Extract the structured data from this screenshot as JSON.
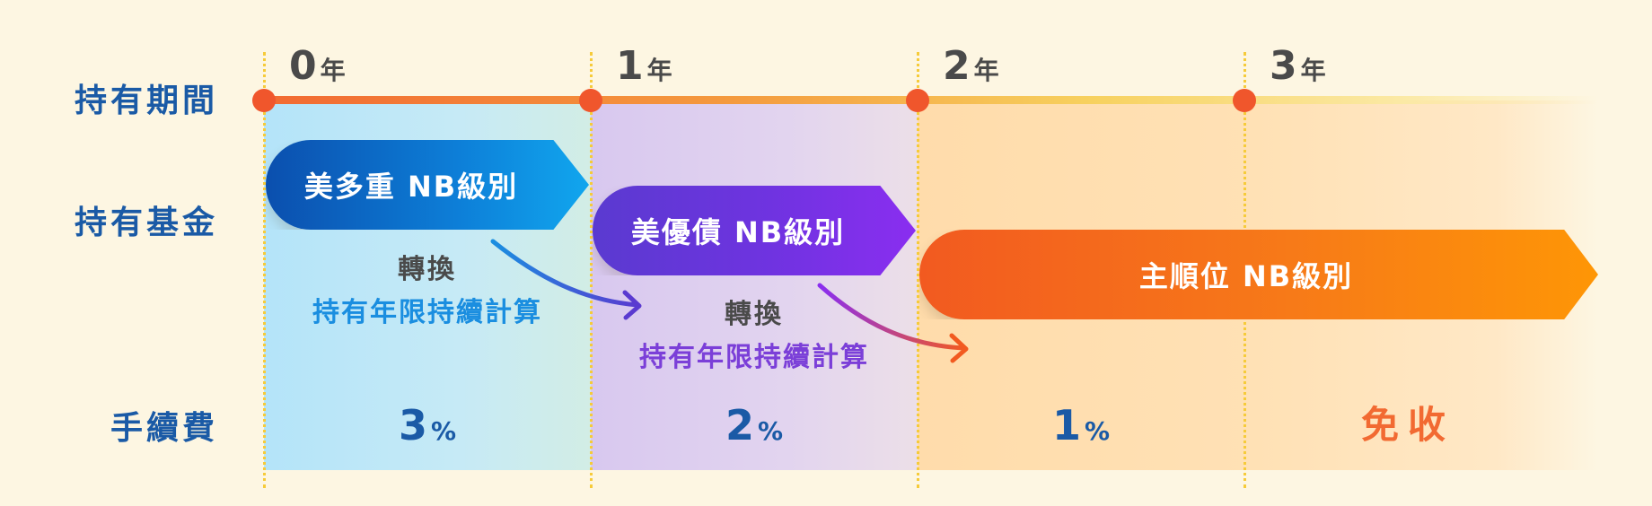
{
  "rows": {
    "period": "持有期間",
    "fund": "持有基金",
    "fee": "手續費"
  },
  "years": [
    {
      "num": "0",
      "unit": "年"
    },
    {
      "num": "1",
      "unit": "年"
    },
    {
      "num": "2",
      "unit": "年"
    },
    {
      "num": "3",
      "unit": "年"
    }
  ],
  "funds": [
    {
      "label": "美多重 NB級別",
      "color": "#0b4fae"
    },
    {
      "label": "美優債 NB級別",
      "color": "#6f33e0"
    },
    {
      "label": "主順位 NB級別",
      "color": "#f77a18"
    }
  ],
  "conversions": [
    {
      "action": "轉換",
      "note": "持有年限持續計算",
      "note_color": "#1a8ee0"
    },
    {
      "action": "轉換",
      "note": "持有年限持續計算",
      "note_color": "#7b3fd8"
    }
  ],
  "fees": [
    {
      "num": "3",
      "unit": "%"
    },
    {
      "num": "2",
      "unit": "%"
    },
    {
      "num": "1",
      "unit": "%"
    },
    {
      "text": "免收"
    }
  ],
  "colors": {
    "label_blue": "#1a5aa6",
    "timeline_orange": "#f0562c",
    "free_orange": "#f26a32",
    "divider_yellow": "#f6cb3a"
  }
}
